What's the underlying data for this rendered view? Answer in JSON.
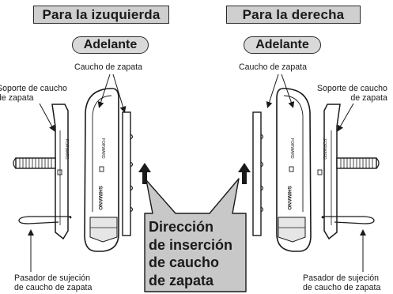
{
  "headers": {
    "left": "Para la izuquierda",
    "right": "Para la derecha"
  },
  "forward": {
    "left": "Adelante",
    "right": "Adelante"
  },
  "labels": {
    "pad_left": "Caucho de zapata",
    "pad_right": "Caucho de zapata",
    "holder_left": "Soporte de caucho\nde zapata",
    "holder_right": "Soporte de caucho\nde zapata",
    "pin_left": "Pasador de sujeción\nde caucho de zapata",
    "pin_right": "Pasador de sujeción\nde caucho de zapata"
  },
  "callout": "Dirección\nde inserción\nde caucho\nde zapata",
  "part_markings": {
    "brand": "SHIMANO",
    "direction": "FORWARD"
  },
  "colors": {
    "header_fill": "#cfcfcf",
    "pill_fill": "#d9d9d9",
    "callout_fill": "#c8c8c8",
    "line": "#1a1a1a"
  }
}
